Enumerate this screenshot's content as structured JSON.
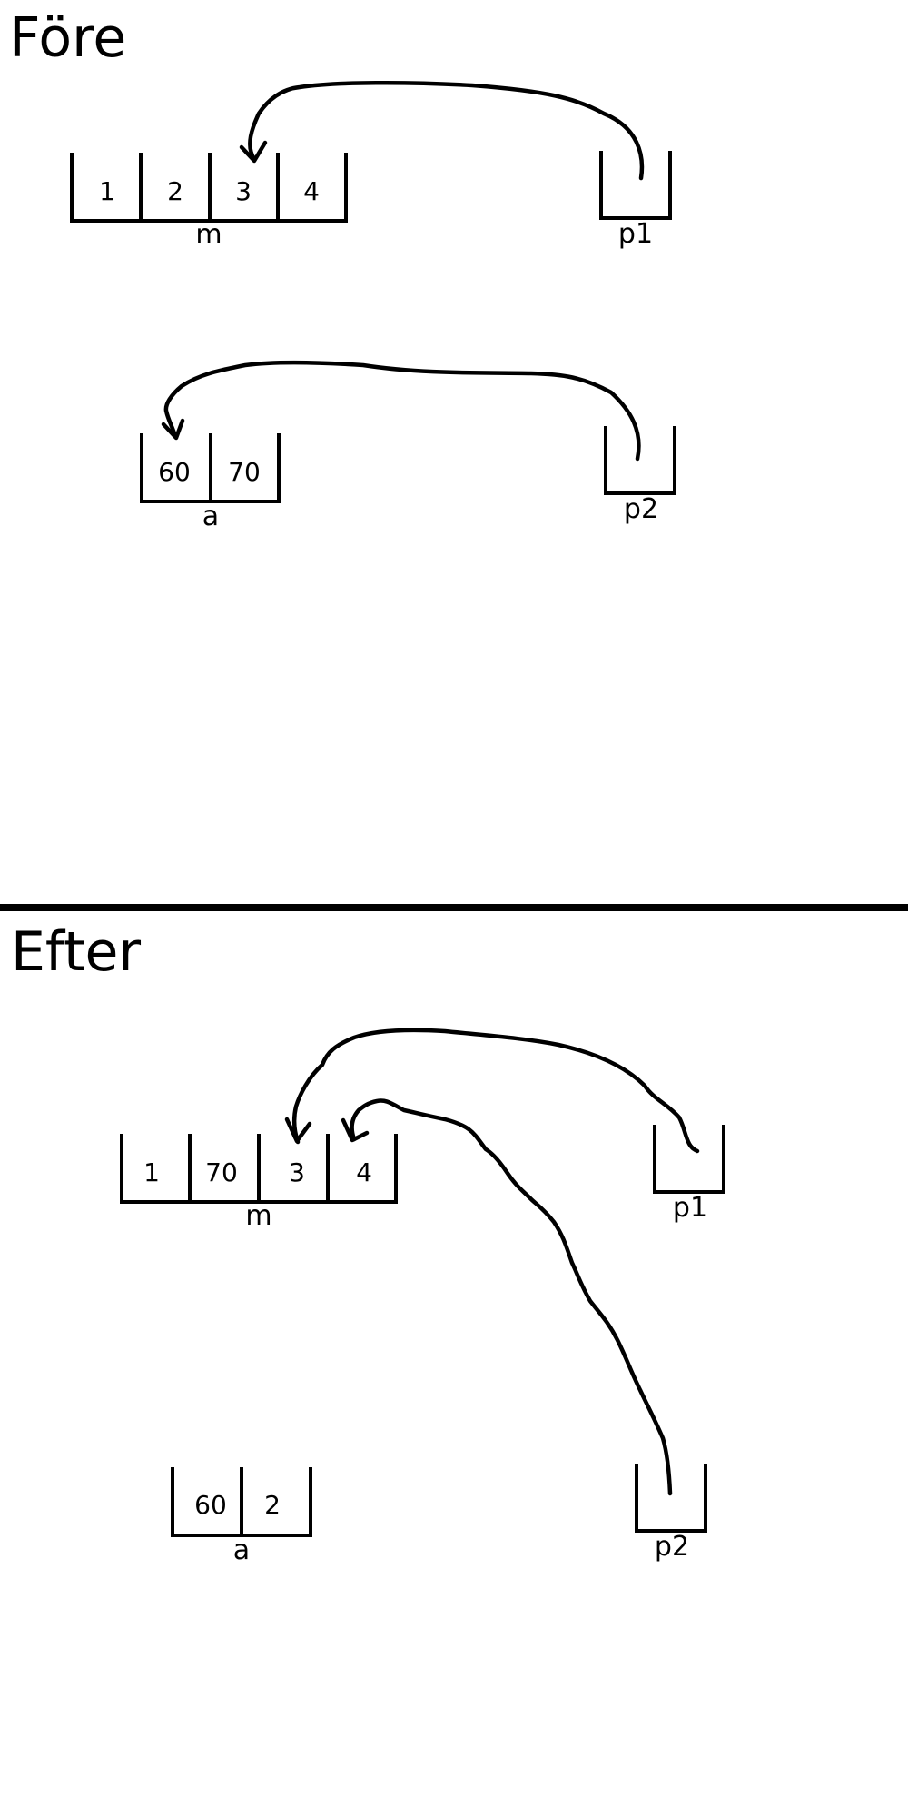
{
  "before": {
    "title": "Före",
    "m": {
      "label": "m",
      "cells": [
        "1",
        "2",
        "3",
        "4"
      ]
    },
    "p1": {
      "label": "p1"
    },
    "a": {
      "label": "a",
      "cells": [
        "60",
        "70"
      ]
    },
    "p2": {
      "label": "p2"
    }
  },
  "after": {
    "title": "Efter",
    "m": {
      "label": "m",
      "cells": [
        "1",
        "70",
        "3",
        "4"
      ]
    },
    "p1": {
      "label": "p1"
    },
    "a": {
      "label": "a",
      "cells": [
        "60",
        "2"
      ]
    },
    "p2": {
      "label": "p2"
    }
  }
}
